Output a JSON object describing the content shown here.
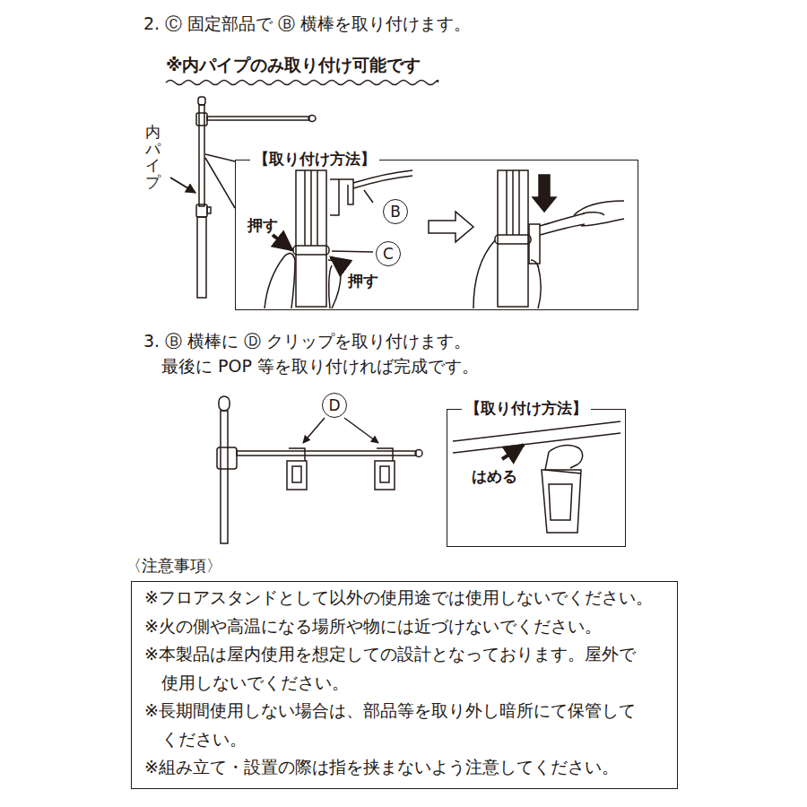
{
  "diagram": {
    "nodes": [
      {
        "text": [
          "【取り付け方法】"
        ]
      },
      {
        "text": [
          "B"
        ],
        "in": 0
      },
      {
        "text": [
          "C"
        ],
        "in": 0
      },
      {
        "text": [
          "D"
        ]
      },
      {
        "text": [
          "【取り付け方法】"
        ]
      },
      {
        "text": [
          "※フロアスタンドとして以外の使用途では使用しないでください。",
          "※火の側や高温になる場所や物には近づけないでください。",
          "※本製品は屋内使用を想定しての設計となっております。屋外で 使用しないでください。",
          "※長期間使用しない場合は、部品等を取り外し暗所にて保管して ください。",
          "※組み立て・設置の際は指を挟まないよう注意してください。"
        ]
      }
    ],
    "labels": [
      "2. Ⓒ 固定部品で Ⓑ 横棒を取り付けます。",
      "※内パイプのみ取り付け可能です",
      "内パイプ",
      "押す",
      "押す",
      "3. Ⓑ 横棒に Ⓓ クリップを取り付けます。",
      "最後に POP 等を取り付ければ完成です。",
      "はめる",
      "〈注意事項〉"
    ]
  }
}
